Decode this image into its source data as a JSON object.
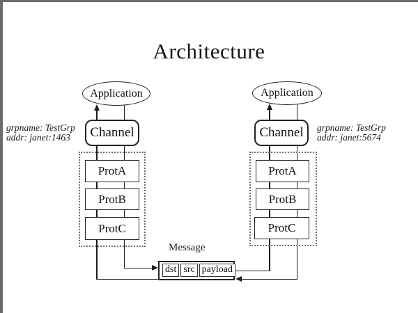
{
  "title": "Architecture",
  "stacks": {
    "left": {
      "application_label": "Application",
      "channel_label": "Channel",
      "protocols": [
        "ProtA",
        "ProtB",
        "ProtC"
      ],
      "annotation": {
        "grpname": "grpname: TestGrp",
        "addr": "addr: janet:1463"
      }
    },
    "right": {
      "application_label": "Application",
      "channel_label": "Channel",
      "protocols": [
        "ProtA",
        "ProtB",
        "ProtC"
      ],
      "annotation": {
        "grpname": "grpname: TestGrp",
        "addr": "addr: janet:5674"
      }
    }
  },
  "message": {
    "label": "Message",
    "fields": [
      "dst",
      "src",
      "payload"
    ]
  },
  "colors": {
    "background": "#ffffff",
    "line": "#1c1c1c",
    "frame_edge": "#6b6b6b",
    "dotted_border": "#6e6e6e"
  }
}
